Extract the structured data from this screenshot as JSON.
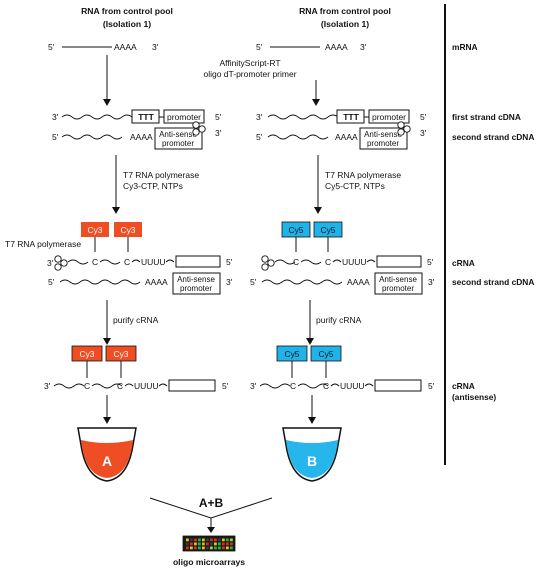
{
  "headers": {
    "left_line1": "RNA from control pool",
    "left_line2": "(Isolation 1)",
    "right_line1": "RNA from control pool",
    "right_line2": "(Isolation 1)"
  },
  "labels": {
    "five_prime": "5'",
    "three_prime": "3'",
    "aaaa": "AAAA",
    "ttt": "TTT",
    "promoter": "promoter",
    "antisense_line1": "Anti-sense",
    "antisense_line2": "promoter",
    "c": "C",
    "uuuu": "UUUU"
  },
  "steps": {
    "rt_line1": "AffinityScript-RT",
    "rt_line2": "oligo dT-promoter primer",
    "left_t7_line1": "T7 RNA polymerase",
    "left_t7_line2": "Cy3-CTP, NTPs",
    "right_t7_line1": "T7 RNA polymerase",
    "right_t7_line2": "Cy5-CTP, NTPs",
    "t7_polymerase": "T7 RNA polymerase",
    "purify_left": "purify cRNA",
    "purify_right": "purify cRNA"
  },
  "dyes": {
    "left": "Cy3",
    "right": "Cy5",
    "left_color": "#ef4d23",
    "right_color": "#1fb3ea"
  },
  "side_labels": {
    "mrna": "mRNA",
    "first_strand": "first strand cDNA",
    "second_strand": "second strand cDNA",
    "crna": "cRNA",
    "second_strand2": "second strand cDNA",
    "crna_antisense_line1": "cRNA",
    "crna_antisense_line2": "(antisense)"
  },
  "tubes": {
    "left_letter": "A",
    "right_letter": "B",
    "left_color": "#ef4d23",
    "right_color": "#26b6ec"
  },
  "combine": {
    "label": "A+B",
    "microarray_label": "oligo microarrays"
  }
}
